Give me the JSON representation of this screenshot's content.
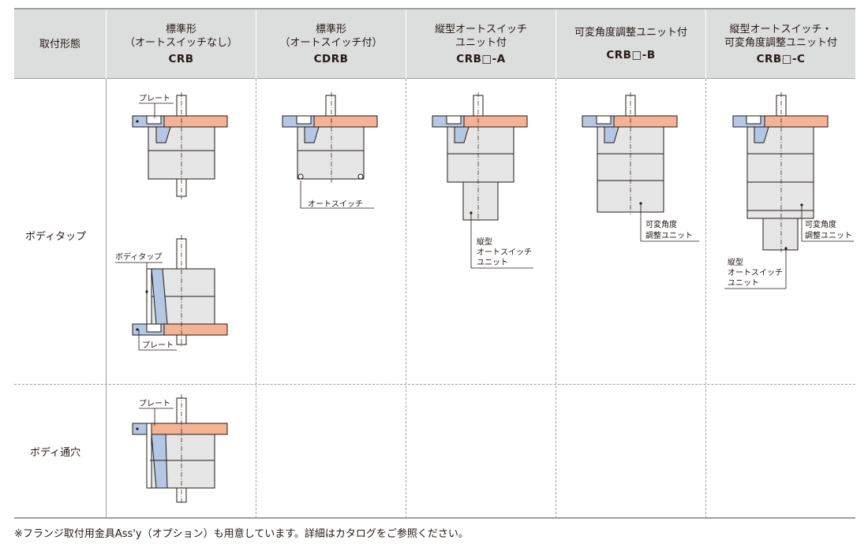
{
  "header": {
    "mount_type": "取付形態",
    "columns": [
      {
        "line1": "標準形",
        "line2": "（オートスイッチなし）",
        "code": "CRB"
      },
      {
        "line1": "標準形",
        "line2": "（オートスイッチ付）",
        "code": "CDRB"
      },
      {
        "line1": "縦型オートスイッチ",
        "line2": "ユニット付",
        "code": "CRB□-A"
      },
      {
        "line1": "可変角度調整ユニット付",
        "line2": "",
        "code": "CRB□-B"
      },
      {
        "line1": "縦型オートスイッチ・",
        "line2": "可変角度調整ユニット付",
        "code": "CRB□-C"
      }
    ]
  },
  "rows": [
    {
      "label": "ボディタップ"
    },
    {
      "label": "ボディ通穴"
    }
  ],
  "callouts": {
    "plate": "プレート",
    "body_tap": "ボディタップ",
    "auto_switch": "オートスイッチ",
    "vertical": "縦型",
    "auto_switch_unit_a": "オートスイッチ",
    "unit": "ユニット",
    "angle_1": "可変角度",
    "angle_2": "調整ユニット"
  },
  "footnote": "※フランジ取付用金具Ass'y（オプション）も用意しています。詳細はカタログをご参照ください。",
  "colors": {
    "header_bg": "#dcdddd",
    "flange": "#f4b394",
    "plate": "#b4c8e4",
    "body": "#e6e6e6",
    "line": "#9fa0a0"
  }
}
